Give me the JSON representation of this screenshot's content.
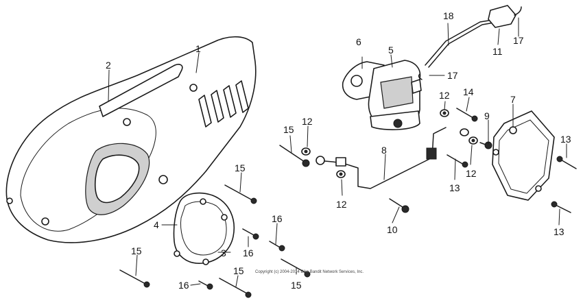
{
  "diagram": {
    "callouts": [
      "1",
      "2",
      "3",
      "4",
      "5",
      "6",
      "7",
      "8",
      "9",
      "10",
      "11",
      "12",
      "13",
      "14",
      "15",
      "16",
      "17",
      "18"
    ],
    "repeat_callouts": {
      "twelve": "12",
      "thirteen": "13",
      "fifteen": "15",
      "sixteen": "16",
      "seventeen": "17"
    },
    "copyright": "Copyright (c) 2004-2014 Bike Bandit Network Services, Inc."
  }
}
